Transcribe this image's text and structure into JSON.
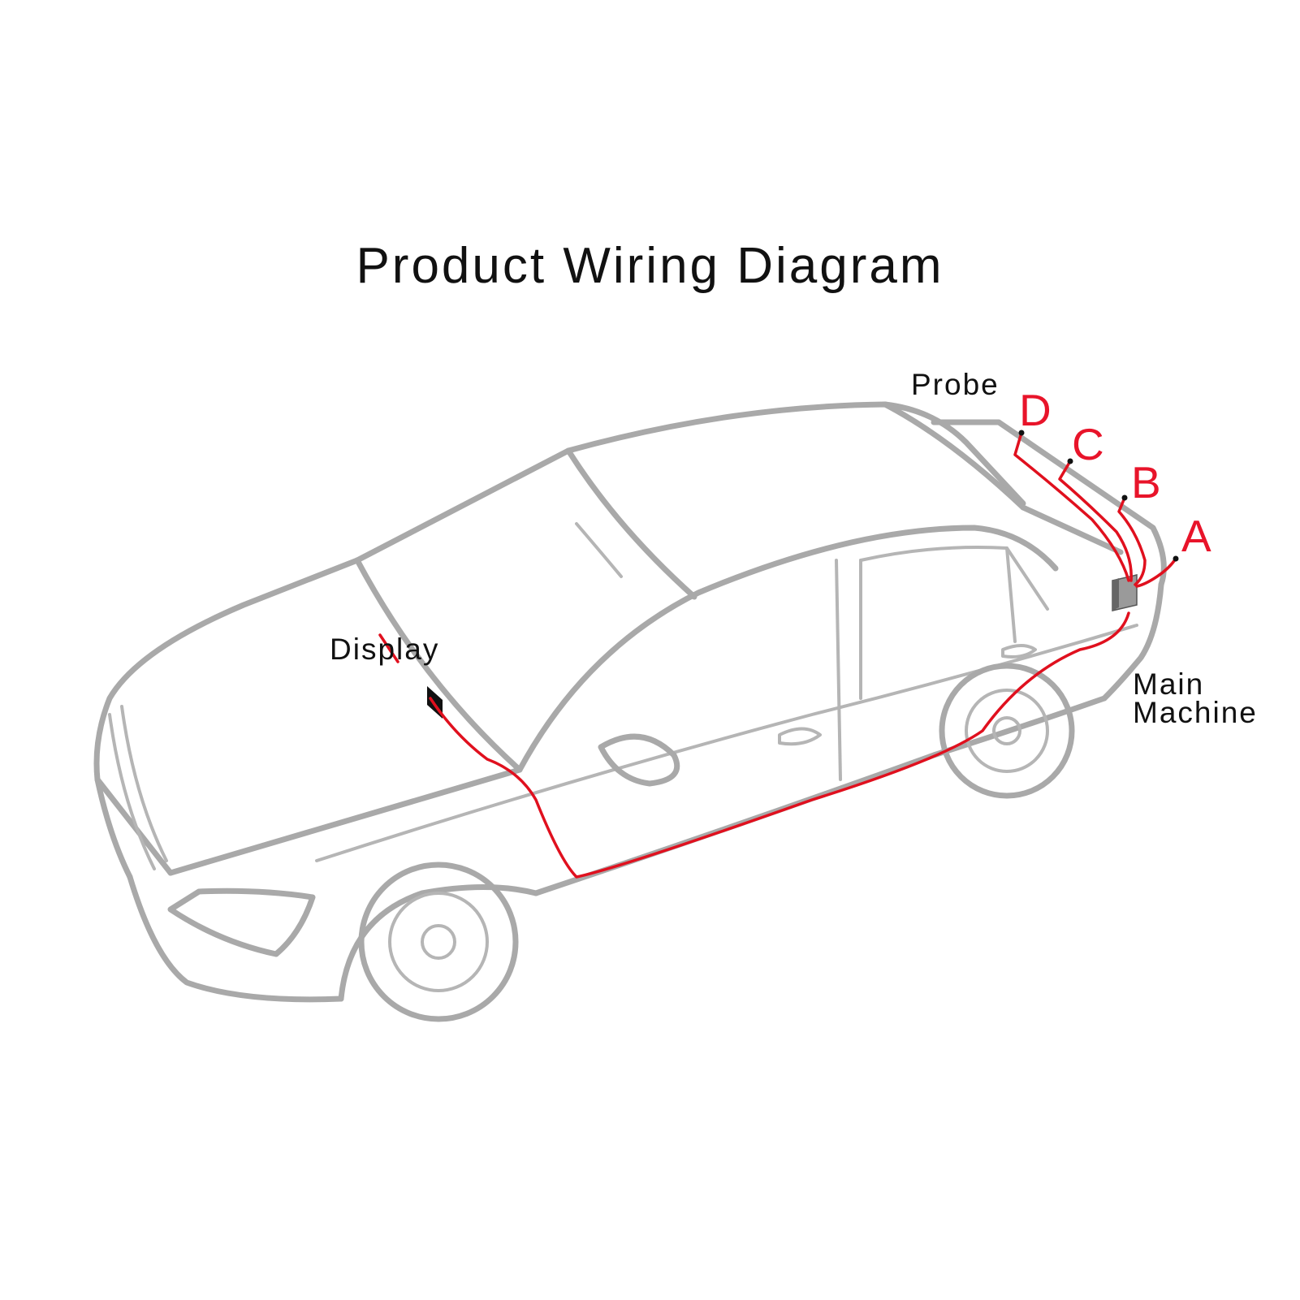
{
  "title": "Product Wiring Diagram",
  "labels": {
    "probe": "Probe",
    "display": "Display",
    "main_machine_line1": "Main",
    "main_machine_line2": "Machine"
  },
  "probes": [
    "D",
    "C",
    "B",
    "A"
  ],
  "colors": {
    "wire": "#e0101e",
    "car_outline": "#a9a9a9",
    "text": "#111111"
  }
}
